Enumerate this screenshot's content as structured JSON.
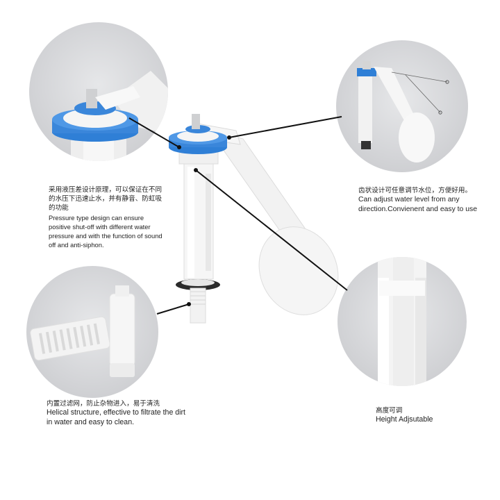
{
  "captions": {
    "pressure": {
      "zh": "采用液压差设计原理，可以保证在不同的水压下迅速止水，并有静音、防虹吸的功能",
      "en": "Pressure type design can ensure positive shut-off with different water pressure and with the function of sound off and anti-siphon."
    },
    "water_level": {
      "zh": "齿状设计可任意调节水位，方便好用。",
      "en": "Can adjust water level from any direction.Convienent and easy to use"
    },
    "filter": {
      "zh": "内置过滤网，防止杂物进入，易于清洗",
      "en": "Helical structure, effective to filtrate the dirt in water and easy to clean."
    },
    "height": {
      "zh": "高度可调",
      "en": "Height Adjsutable"
    }
  },
  "colors": {
    "valve_blue": "#2f7fd6",
    "plastic_white": "#f2f2f2",
    "circle_gray": "#d3d4d7",
    "leader_line": "#111111"
  }
}
